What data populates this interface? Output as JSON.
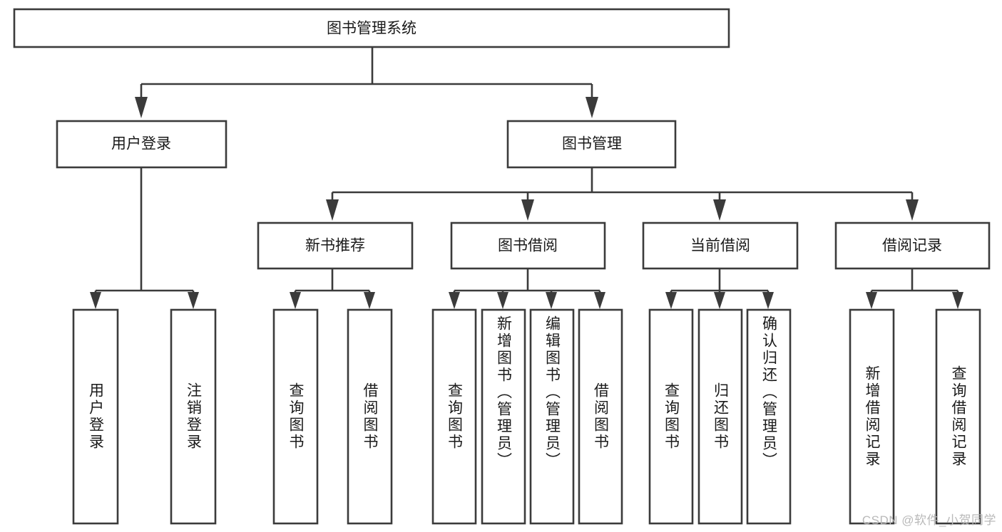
{
  "diagram": {
    "type": "tree-flowchart",
    "title": "图书管理系统",
    "watermark": "CSDN @软件_小贺同学",
    "colors": {
      "stroke": "#3b3b3b",
      "fill": "#ffffff",
      "text": "#1a1a1a",
      "watermark": "#b9b9b9",
      "background": "#ffffff"
    },
    "root": {
      "label": "图书管理系统"
    },
    "level1": [
      {
        "label": "用户登录"
      },
      {
        "label": "图书管理"
      }
    ],
    "level2": [
      {
        "label": "新书推荐"
      },
      {
        "label": "图书借阅"
      },
      {
        "label": "当前借阅"
      },
      {
        "label": "借阅记录"
      }
    ],
    "leaves": {
      "user_login": [
        {
          "label": "用户登录"
        },
        {
          "label": "注销登录"
        }
      ],
      "new_book_recommend": [
        {
          "label": "查询图书"
        },
        {
          "label": "借阅图书"
        }
      ],
      "book_borrow": [
        {
          "label": "查询图书"
        },
        {
          "label": "新增图书（管理员）"
        },
        {
          "label": "编辑图书（管理员）"
        },
        {
          "label": "借阅图书"
        }
      ],
      "current_borrow": [
        {
          "label": "查询图书"
        },
        {
          "label": "归还图书"
        },
        {
          "label": "确认归还（管理员）"
        }
      ],
      "borrow_record": [
        {
          "label": "新增借阅记录"
        },
        {
          "label": "查询借阅记录"
        }
      ]
    }
  }
}
